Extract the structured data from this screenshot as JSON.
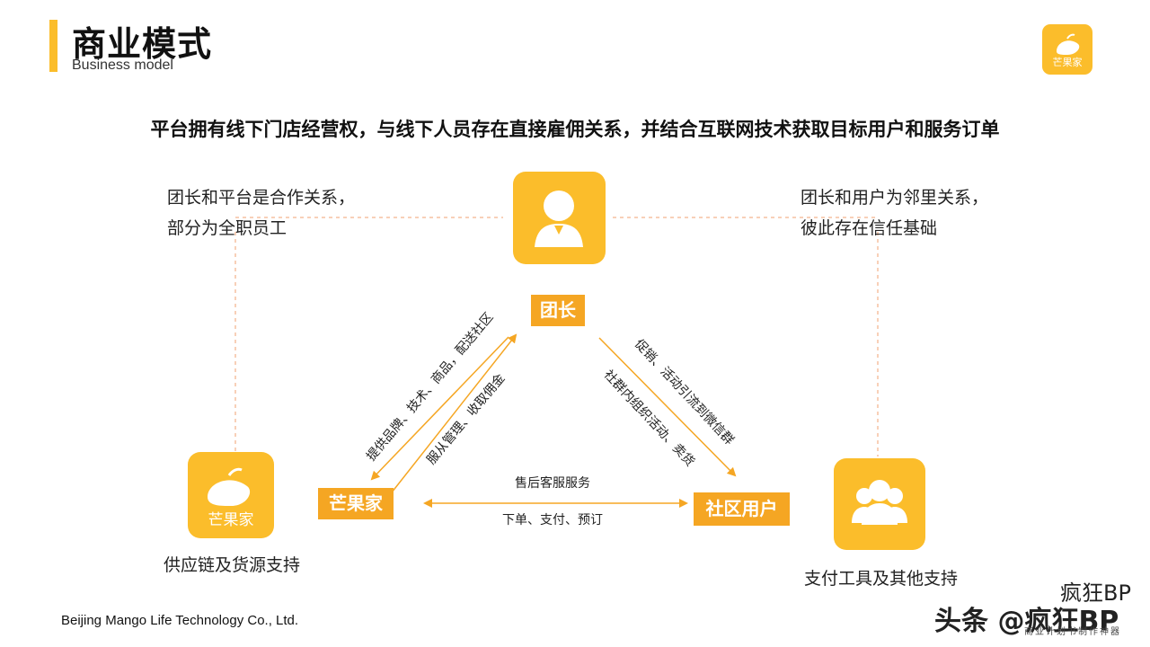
{
  "header": {
    "title": "商业模式",
    "subtitle": "Business model",
    "logo_text": "芒果家"
  },
  "headline": "平台拥有线下门店经营权，与线下人员存在直接雇佣关系，并结合互联网技术获取目标用户和服务订单",
  "notes": {
    "left_line1": "团长和平台是合作关系，",
    "left_line2": "部分为全职员工",
    "right_line1": "团长和用户为邻里关系，",
    "right_line2": "彼此存在信任基础"
  },
  "nodes": {
    "leader": "团长",
    "mango": "芒果家",
    "community": "社区用户",
    "mango_icon_text": "芒果家"
  },
  "edges": {
    "left_outer": "提供品牌、技术、商品，配送社区",
    "left_inner": "服从管理、收取佣金",
    "right_outer": "促销、活动引流到微信群",
    "right_inner": "社群内组织活动、卖货",
    "bottom_top": "售后客服服务",
    "bottom_bottom": "下单、支付、预订"
  },
  "captions": {
    "left": "供应链及货源支持",
    "right": "支付工具及其他支持"
  },
  "footer": "Beijing Mango Life Technology  Co., Ltd.",
  "watermark": {
    "main": "头条 @疯狂BP",
    "brand": "疯狂BP",
    "tagline": "商业计划书制作神器"
  },
  "colors": {
    "accent": "#FBBD2B",
    "tag": "#F5A623",
    "arrow": "#F5A623",
    "dashed": "#F0A070"
  }
}
